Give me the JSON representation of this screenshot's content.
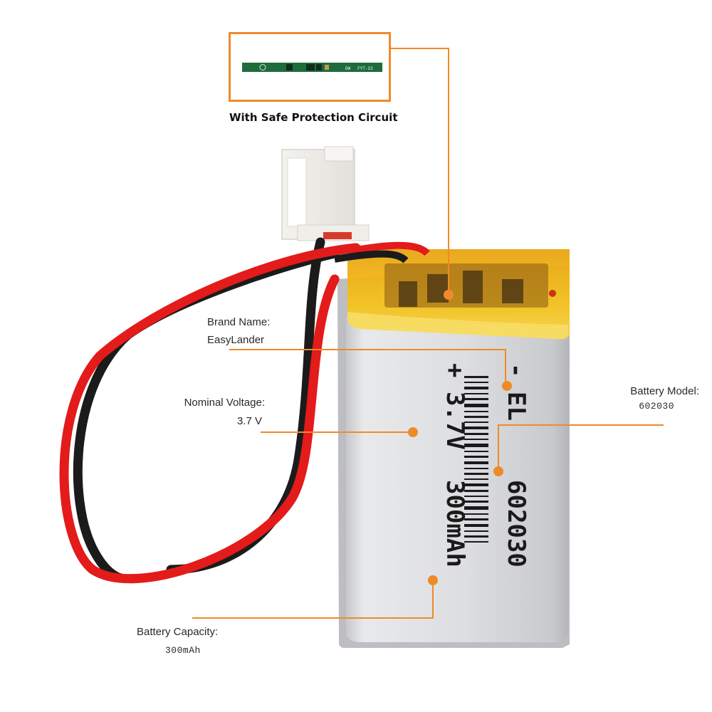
{
  "inset": {
    "caption": "With Safe Protection Circuit",
    "board_marking": "FYT-S3",
    "board_code": "DW"
  },
  "battery_print": {
    "plus": "+",
    "minus": "-",
    "voltage": "3.7V",
    "capacity": "300mAh",
    "brand_code": "EL",
    "model": "602030"
  },
  "callouts": {
    "brand": {
      "title": "Brand Name:",
      "value": "EasyLander"
    },
    "voltage": {
      "title": "Nominal Voltage:",
      "value": "3.7 V"
    },
    "model": {
      "title": "Battery Model:",
      "value": "602030"
    },
    "capacity": {
      "title": "Battery Capacity:",
      "value": "300mAh"
    }
  },
  "colors": {
    "callout_line": "#ef8a2b",
    "battery_silver": "#d9dadc",
    "tape_yellow": "#f2c21a",
    "wire_red": "#e31b1b",
    "wire_black": "#1b1b1b",
    "pcb_green": "#1f6b3c"
  }
}
